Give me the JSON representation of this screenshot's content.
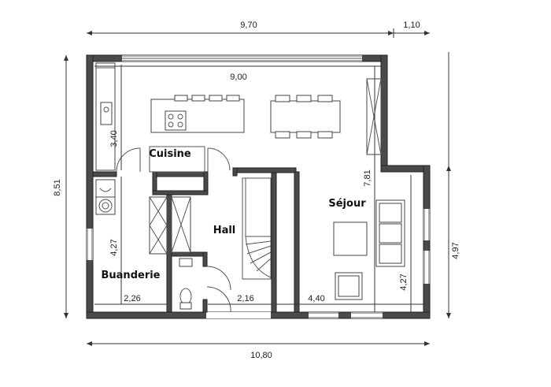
{
  "rooms": {
    "cuisine": "Cuisine",
    "sejour": "Séjour",
    "hall": "Hall",
    "buanderie": "Buanderie"
  },
  "dimensions": {
    "top_main": "9,70",
    "top_right": "1,10",
    "inner_top": "9,00",
    "left_total": "8,51",
    "right_total": "4,97",
    "kitchen_height": "3,40",
    "sejour_height": "7,81",
    "buanderie_height": "4,27",
    "sejour_lower_height": "4,27",
    "buanderie_width": "2,26",
    "hall_width": "2,16",
    "sejour_width": "4,40",
    "bottom_total": "10,80"
  }
}
